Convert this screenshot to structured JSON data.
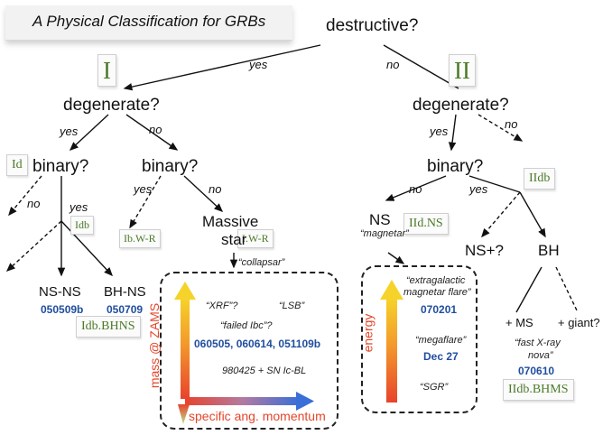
{
  "title": "A Physical Classification for GRBs",
  "questions": {
    "destructive": "destructive?",
    "degenerate_left": "degenerate?",
    "degenerate_right": "degenerate?",
    "binary_id": "binary?",
    "binary_mid": "binary?",
    "binary_right": "binary?"
  },
  "branch_labels": {
    "yes_top": "yes",
    "no_top": "no",
    "yes_left": "yes",
    "no_left": "no",
    "no_id": "no",
    "yes_id": "yes",
    "yes_mid": "yes",
    "no_mid": "no",
    "yes_right": "yes",
    "no_right": "no",
    "no_ns": "no",
    "yes_ns": "yes"
  },
  "classes": {
    "I": "I",
    "II": "II",
    "Id": "Id",
    "Idb": "Idb",
    "IbWR": "Ib.W-R",
    "IWR": "I.W-R",
    "IIdb": "IIdb",
    "IIdNS": "IId.NS",
    "IdbBHNS": "Idb.BHNS",
    "IIdbBHMS": "IIdb.BHMS"
  },
  "nodes": {
    "ns_ns": "NS-NS",
    "bh_ns": "BH-NS",
    "massive": "Massive",
    "star": "star",
    "ns": "NS",
    "ns_plus": "NS+?",
    "bh": "BH",
    "plus_ms": "+ MS",
    "plus_giant": "+ giant?"
  },
  "grbs": {
    "nsns": "050509b",
    "bhns": "050709",
    "failed_ibc": "060505, 060614, 051109b",
    "extragalactic": "070201",
    "megaflare": "Dec 27",
    "nova": "070610"
  },
  "notes": {
    "magnetar": "“magnetar”",
    "collapsar": "“collapsar”",
    "xrf": "“XRF”?",
    "lsb": "“LSB”",
    "failed_ibc": "“failed Ibc”?",
    "sn": "980425 + SN Ic-BL",
    "extragalactic_1": "“extragalactic",
    "extragalactic_2": "magnetar flare”",
    "megaflare": "“megaflare”",
    "sgr": "“SGR”",
    "nova_1": "“fast X-ray",
    "nova_2": "nova”"
  },
  "axes": {
    "mass": "mass @ ZAMS",
    "momentum": "specific ang. momentum",
    "energy": "energy"
  },
  "colors": {
    "class_green": "#4b7a28",
    "grb_blue": "#1f4e9e",
    "axis_red": "#e3462b"
  }
}
